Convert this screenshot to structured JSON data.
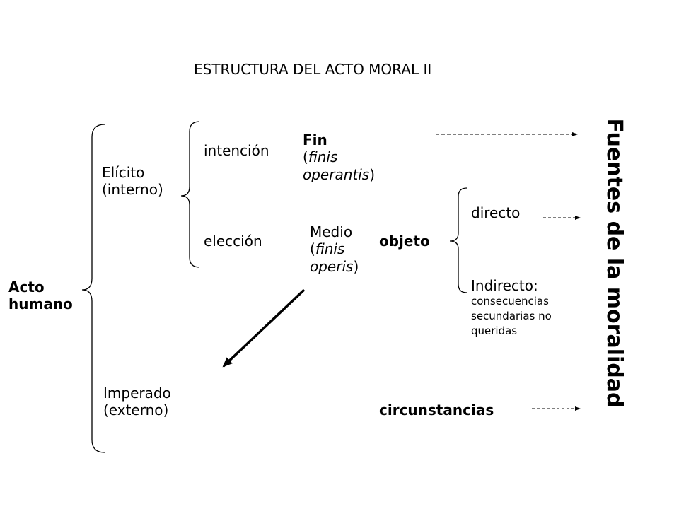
{
  "title": "ESTRUCTURA DEL ACTO MORAL II",
  "acto": {
    "line1": "Acto",
    "line2": "humano"
  },
  "elicito": {
    "line1": "Elícito",
    "line2": "(interno)"
  },
  "imperado": {
    "line1": "Imperado",
    "line2": "(externo)"
  },
  "intencion": "intención",
  "eleccion": "elección",
  "fin": {
    "label": "Fin",
    "open": "(",
    "italic1": "finis",
    "italic2": "operantis",
    "close": ")"
  },
  "medio": {
    "label": "Medio",
    "open": "(",
    "italic1": "finis",
    "italic2": "operis",
    "close": ")"
  },
  "objeto": "objeto",
  "directo": "directo",
  "indirecto": {
    "label": "Indirecto:",
    "line1": "consecuencias",
    "line2": "secundarias no",
    "line3": "queridas"
  },
  "circunstancias": "circunstancias",
  "fuentes": "Fuentes de la moralidad"
}
